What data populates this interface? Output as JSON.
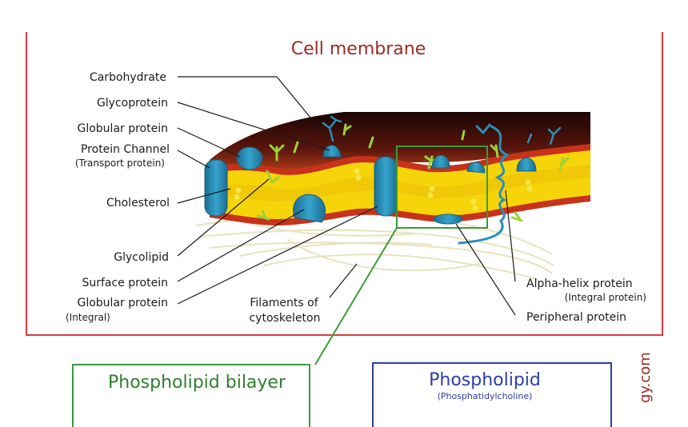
{
  "title": "Cell membrane",
  "labels": {
    "carbohydrate": "Carbohydrate",
    "glycoprotein": "Glycoprotein",
    "globular_protein": "Globular protein",
    "protein_channel": "Protein Channel",
    "protein_channel_sub": "(Transport protein)",
    "cholesterol": "Cholesterol",
    "glycolipid": "Glycolipid",
    "surface_protein": "Surface protein",
    "globular_integral": "Globular protein",
    "globular_integral_sub": "(Integral)",
    "filaments_1": "Filaments of",
    "filaments_2": "cytoskeleton",
    "alpha_helix": "Alpha-helix protein",
    "alpha_helix_sub": "(Integral protein)",
    "peripheral": "Peripheral protein"
  },
  "bottom": {
    "phospholipid_bilayer": "Phospholipid bilayer",
    "phospholipid": "Phospholipid",
    "phosphatidylcholine": "(Phosphatidylcholine)"
  },
  "watermark": "gy.com",
  "colors": {
    "frame": "#e0393e",
    "title": "#9b2a25",
    "protein": "#2a8fb5",
    "bilayer_box": "#3b9a3b",
    "phospholipid_box": "#2c3ea8",
    "lipid_yellow": "#f6d40a",
    "lipid_red": "#d9361a",
    "membrane_dark": "#3a0d08"
  }
}
